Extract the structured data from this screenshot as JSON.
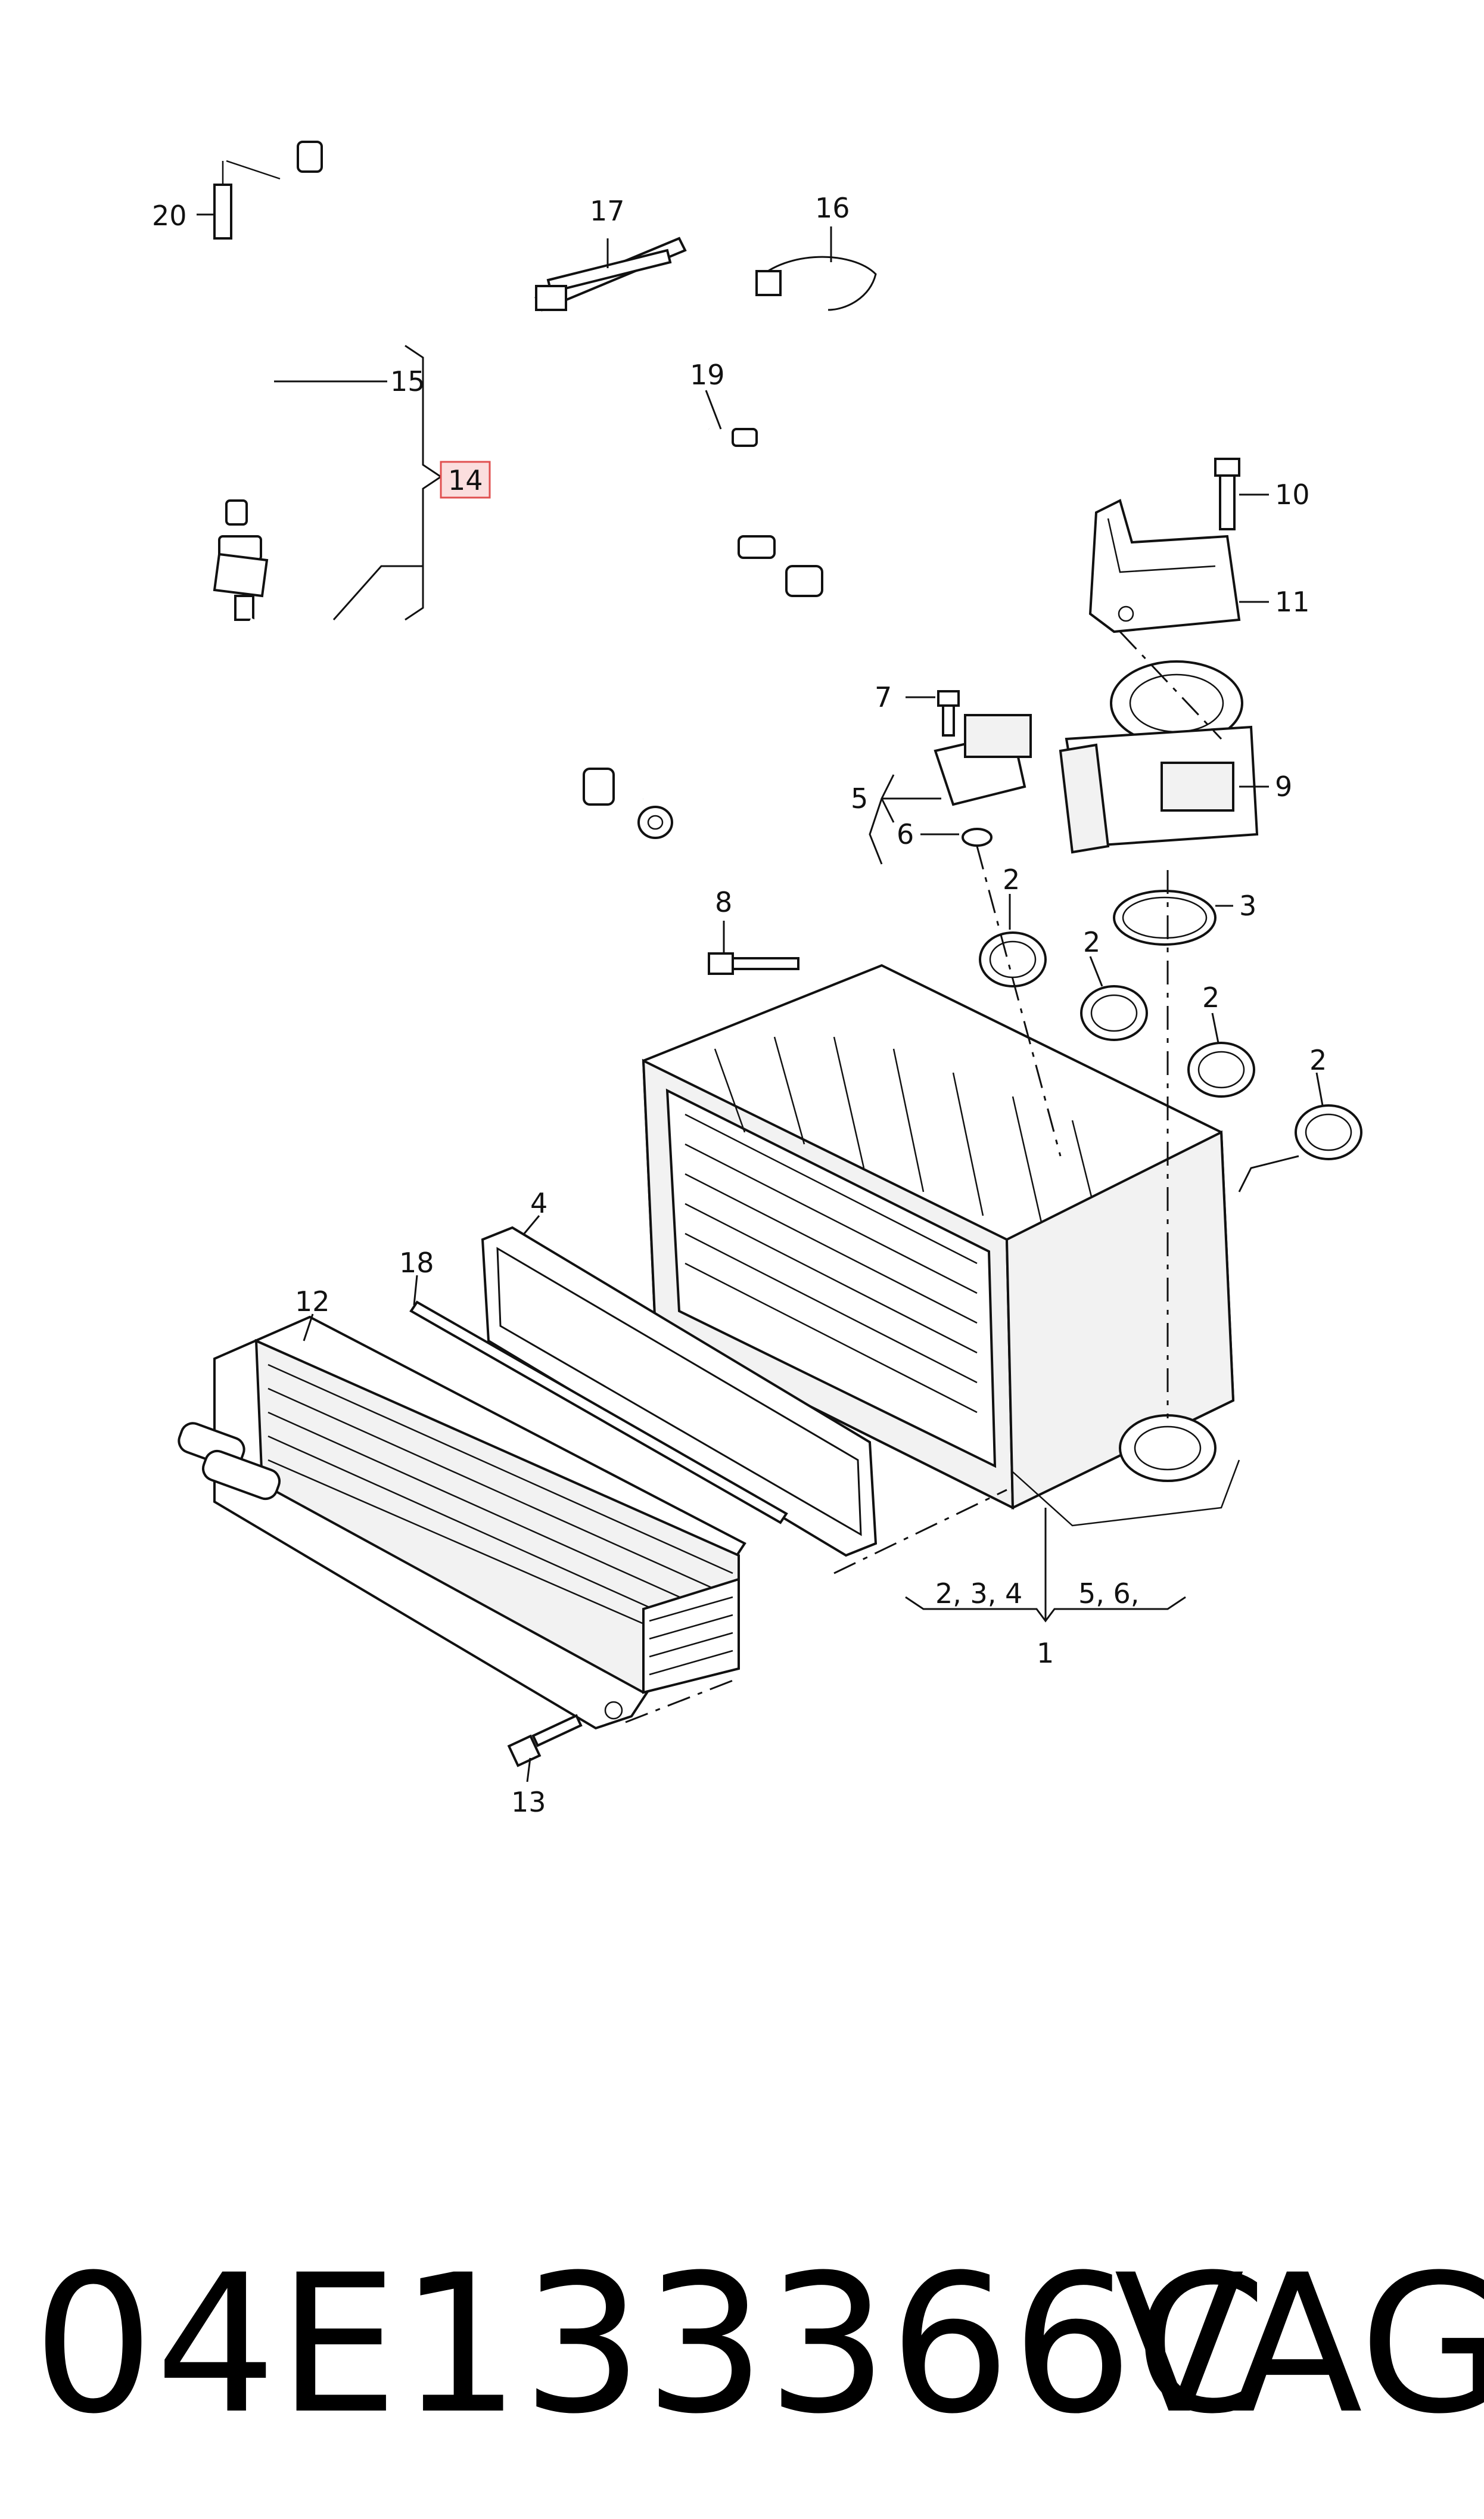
{
  "callouts": {
    "c1": "1",
    "c2a": "2",
    "c2b": "2",
    "c2c": "2",
    "c2d": "2",
    "c3": "3",
    "c4": "4",
    "c5": "5",
    "c6": "6",
    "c7": "7",
    "c8": "8",
    "c9": "9",
    "c10": "10",
    "c11": "11",
    "c12": "12",
    "c13": "13",
    "c14": "14",
    "c15": "15",
    "c16": "16",
    "c17": "17",
    "c18": "18",
    "c19": "19",
    "c20": "20",
    "group_left": "2, 3, 4",
    "group_right": "5, 6,"
  },
  "highlighted_callout": "14",
  "colors": {
    "highlight_fill": "#fbdede",
    "highlight_stroke": "#e05050",
    "line": "#111111"
  },
  "footer": {
    "part_number": "04E133366C",
    "brand": "VAG"
  }
}
